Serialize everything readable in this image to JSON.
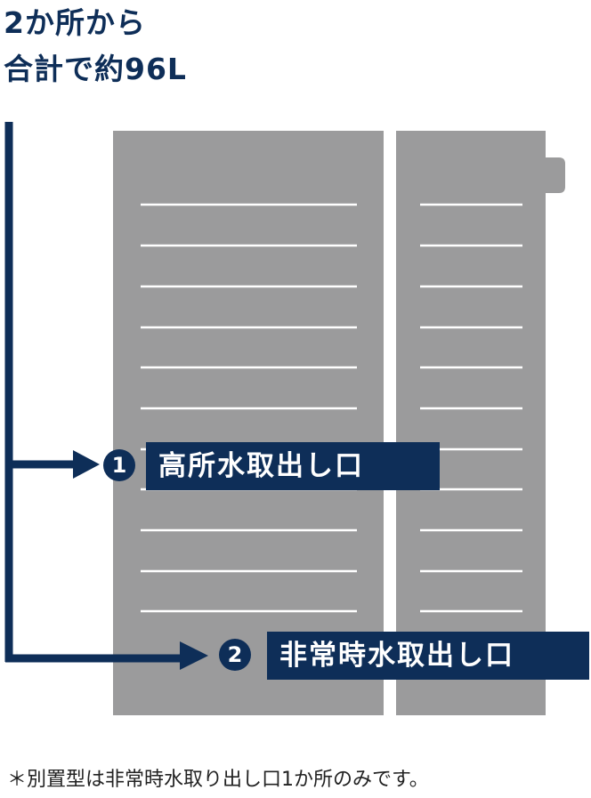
{
  "headline": {
    "line1": "2か所から",
    "line2": "合計で約96L"
  },
  "outlets": [
    {
      "number": "1",
      "label": "高所水取出し口"
    },
    {
      "number": "2",
      "label": "非常時水取出し口"
    }
  ],
  "footnote": "＊別置型は非常時水取り出し口1か所のみです。",
  "colors": {
    "navy": "#0e2e58",
    "tank_gray": "#9b9b9c",
    "stripe": "#ffffff"
  }
}
